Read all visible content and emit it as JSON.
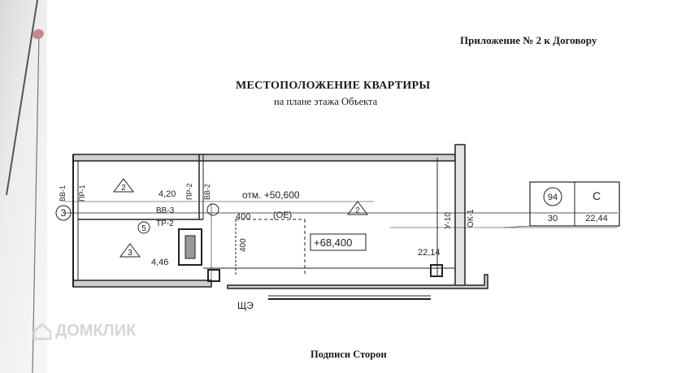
{
  "document": {
    "appendix": "Приложение № 2 к Договору",
    "title": "МЕСТОПОЛОЖЕНИЕ КВАРТИРЫ",
    "subtitle": "на плане этажа Объекта",
    "signatures": "Подписи Сторон"
  },
  "plan": {
    "room_numbers": [
      "2",
      "2",
      "3",
      "5"
    ],
    "axis_labels": [
      "3"
    ],
    "elevation_note": "отм. +50,600",
    "elevation_marker": "+68,400",
    "dimensions": [
      "4,20",
      "4,46",
      "22,14",
      "400",
      "400"
    ],
    "tags": [
      "ВВ-1",
      "ПР-1",
      "ПР-2",
      "ВВ-2",
      "ВВ-3",
      "ТР-2",
      "(ОЕ)",
      "ОК-1",
      "У-10",
      "ЩЭ"
    ],
    "stamp": {
      "apartment": "94",
      "section": "С",
      "floor": "30",
      "area": "22,44"
    }
  },
  "watermark": {
    "text": "ДОМКЛИК"
  }
}
